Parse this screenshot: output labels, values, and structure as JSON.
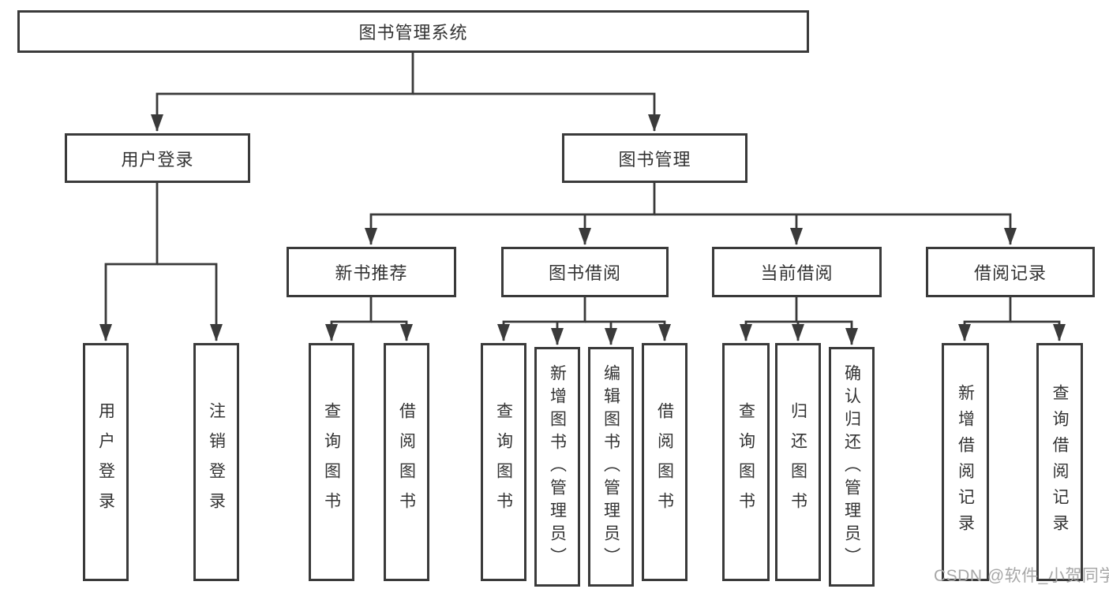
{
  "tree": {
    "label": "图书管理系统",
    "children": [
      {
        "label": "用户登录",
        "children": [
          {
            "label": "用户登录"
          },
          {
            "label": "注销登录"
          }
        ]
      },
      {
        "label": "图书管理",
        "children": [
          {
            "label": "新书推荐",
            "children": [
              {
                "label": "查询图书"
              },
              {
                "label": "借阅图书"
              }
            ]
          },
          {
            "label": "图书借阅",
            "children": [
              {
                "label": "查询图书"
              },
              {
                "label": "新增图书（管理员）"
              },
              {
                "label": "编辑图书（管理员）"
              },
              {
                "label": "借阅图书"
              }
            ]
          },
          {
            "label": "当前借阅",
            "children": [
              {
                "label": "查询图书"
              },
              {
                "label": "归还图书"
              },
              {
                "label": "确认归还（管理员）"
              }
            ]
          },
          {
            "label": "借阅记录",
            "children": [
              {
                "label": "新增借阅记录"
              },
              {
                "label": "查询借阅记录"
              }
            ]
          }
        ]
      }
    ]
  },
  "watermark": "CSDN @软件_小贺同学",
  "colors": {
    "line": "#3a3a3a",
    "box_border": "#3a3a3a",
    "text": "#333333",
    "watermark": "#a7a7a7",
    "background": "#ffffff"
  }
}
